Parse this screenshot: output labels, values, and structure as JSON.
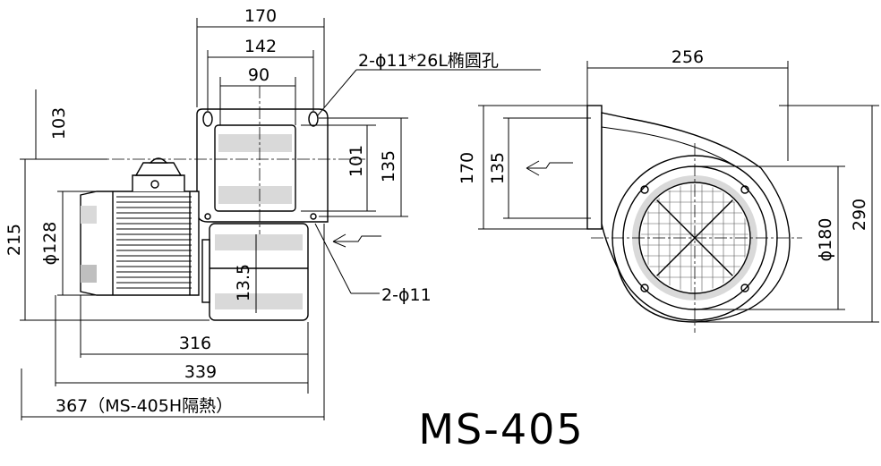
{
  "title": "MS-405",
  "colors": {
    "line": "#000000",
    "shade": "#d9d9d9",
    "background": "#ffffff"
  },
  "dimensions": {
    "front_width_top": "170",
    "flange_hole_span": "142",
    "outlet_width": "90",
    "slot_holes_note": "2-ϕ11*26L椭圆孔",
    "flange_top_offset": "103",
    "outlet_height": "101",
    "flange_hole_height": "135",
    "overall_height_front": "215",
    "motor_diameter": "ϕ128",
    "base_offset": "13.5",
    "base_holes_note": "2-ϕ11",
    "length_316": "316",
    "length_339": "339",
    "length_367_note": "367（MS-405H隔熱）",
    "side_width": "256",
    "side_outlet_height": "170",
    "side_outlet_holes": "135",
    "inlet_diameter": "ϕ180",
    "side_overall_height": "290"
  }
}
